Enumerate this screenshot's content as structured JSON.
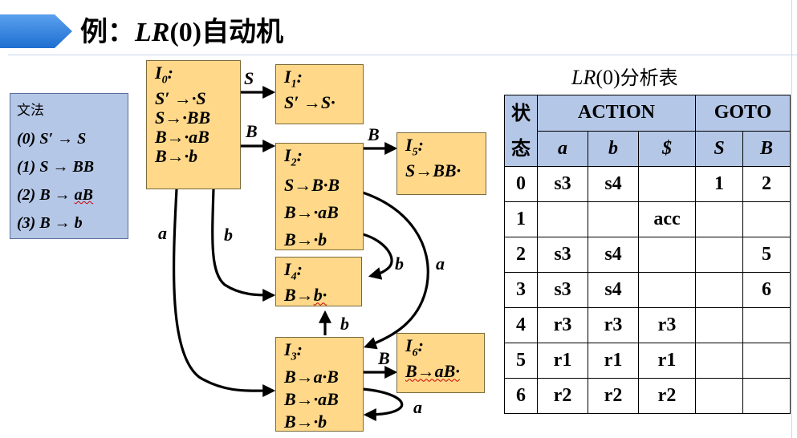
{
  "title": {
    "prefix": "例：",
    "lr": "LR",
    "zero": "(0)",
    "suffix": "自动机"
  },
  "grammar": {
    "heading": "文法",
    "productions": [
      "(0) S′ → S",
      "(1) S → BB",
      "(2) B → aB",
      "(3) B → b"
    ]
  },
  "states": {
    "i0": {
      "name": "I0:",
      "items": [
        "S′ →·S",
        "S→·BB",
        "B→·aB",
        "B→·b"
      ]
    },
    "i1": {
      "name": "I1:",
      "items": [
        "S′ →S·"
      ]
    },
    "i2": {
      "name": "I2:",
      "items": [
        "S→B·B",
        "B→·aB",
        "B→·b"
      ]
    },
    "i3": {
      "name": "I3:",
      "items": [
        "B→a·B",
        "B→·aB",
        "B→·b"
      ]
    },
    "i4": {
      "name": "I4:",
      "items": [
        "B→b·"
      ]
    },
    "i5": {
      "name": "I5:",
      "items": [
        "S→BB·"
      ]
    },
    "i6": {
      "name": "I6:",
      "items": [
        "B→aB·"
      ]
    }
  },
  "edges": [
    {
      "from": "I0",
      "to": "I1",
      "label": "S"
    },
    {
      "from": "I0",
      "to": "I2",
      "label": "B"
    },
    {
      "from": "I2",
      "to": "I5",
      "label": "B"
    },
    {
      "from": "I0",
      "to": "I3",
      "label": "a"
    },
    {
      "from": "I0",
      "to": "I4",
      "label": "b"
    },
    {
      "from": "I2",
      "to": "I4",
      "label": "b"
    },
    {
      "from": "I2",
      "to": "I3",
      "label": "a"
    },
    {
      "from": "I3",
      "to": "I4",
      "label": "b"
    },
    {
      "from": "I3",
      "to": "I6",
      "label": "B"
    },
    {
      "from": "I3",
      "to": "I3",
      "label": "a"
    }
  ],
  "table": {
    "caption_lr": "LR",
    "caption_zero": "(0)",
    "caption_cjk": "分析表",
    "state_header": "状态",
    "action_header": "ACTION",
    "goto_header": "GOTO",
    "action_cols": [
      "a",
      "b",
      "$"
    ],
    "goto_cols": [
      "S",
      "B"
    ],
    "rows": [
      {
        "state": "0",
        "a": "s3",
        "b": "s4",
        "d": "",
        "S": "1",
        "B": "2"
      },
      {
        "state": "1",
        "a": "",
        "b": "",
        "d": "acc",
        "S": "",
        "B": ""
      },
      {
        "state": "2",
        "a": "s3",
        "b": "s4",
        "d": "",
        "S": "",
        "B": "5"
      },
      {
        "state": "3",
        "a": "s3",
        "b": "s4",
        "d": "",
        "S": "",
        "B": "6"
      },
      {
        "state": "4",
        "a": "r3",
        "b": "r3",
        "d": "r3",
        "S": "",
        "B": ""
      },
      {
        "state": "5",
        "a": "r1",
        "b": "r1",
        "d": "r1",
        "S": "",
        "B": ""
      },
      {
        "state": "6",
        "a": "r2",
        "b": "r2",
        "d": "r2",
        "S": "",
        "B": ""
      }
    ]
  },
  "colors": {
    "state_fill": "#ffd88a",
    "grammar_fill": "#b4c7e7",
    "header_fill": "#b4c7e7",
    "tab_arrow": "#1f6fd1"
  }
}
